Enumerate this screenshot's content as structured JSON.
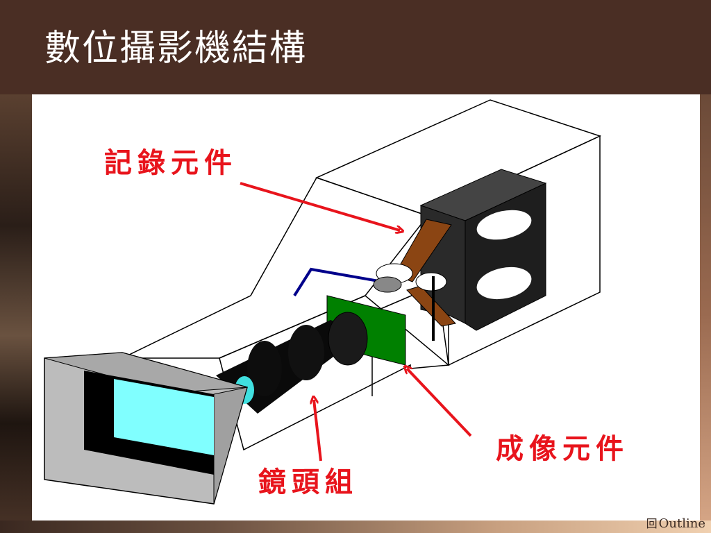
{
  "slide": {
    "title": "數位攝影機結構",
    "outline_label": "Outline",
    "outline_icon": "return-arrow-icon"
  },
  "diagram": {
    "labels": {
      "recording": "記錄元件",
      "imaging": "成像元件",
      "lens": "鏡頭組"
    },
    "colors": {
      "callout_text": "#e8141c",
      "arrow": "#e8141c",
      "lens_front": "#80ffff",
      "sensor": "#008000",
      "tape_mechanism": "#8b4513",
      "cassette": "#222222",
      "optical_path": "#00008b"
    }
  }
}
